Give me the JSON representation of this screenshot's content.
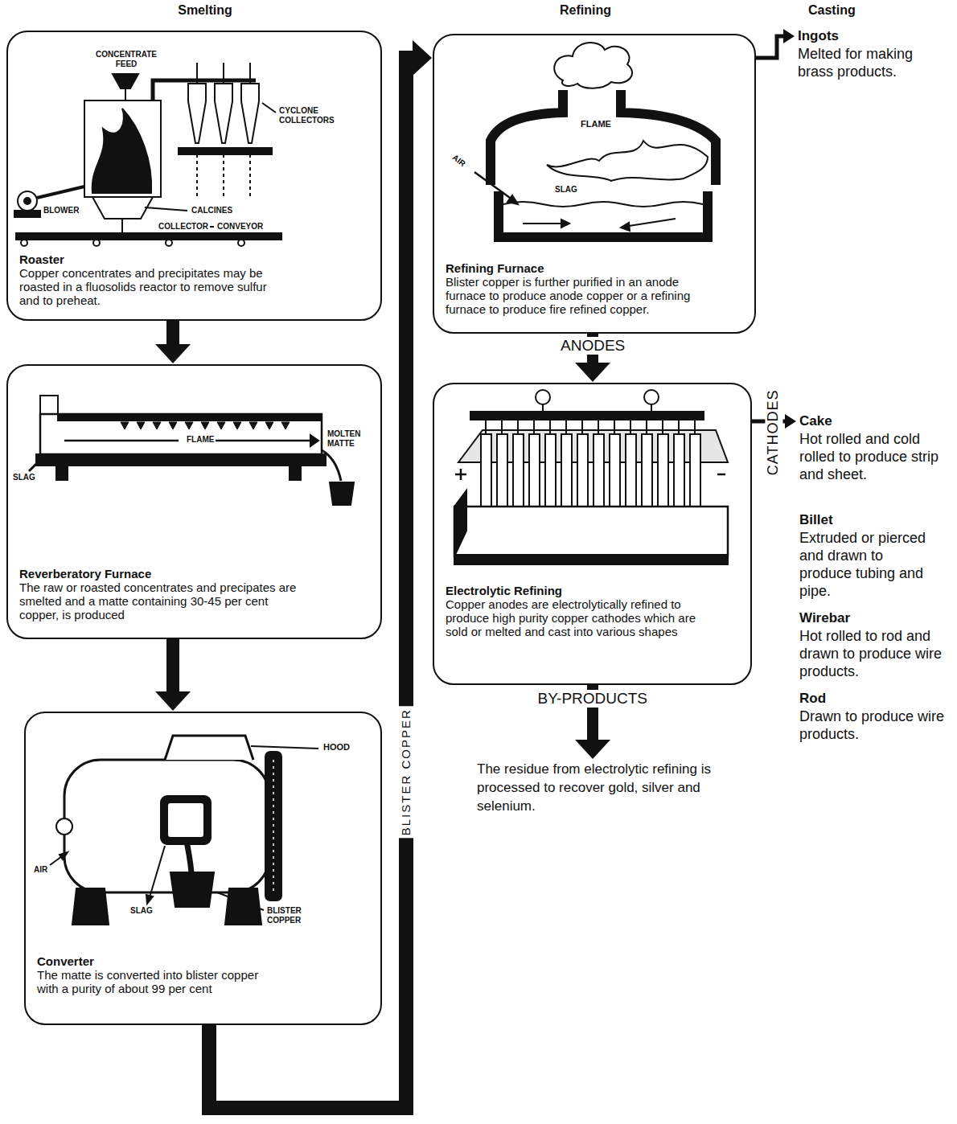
{
  "diagram": {
    "nodes": [
      {
        "text": [
          "Roaster",
          "Copper concentrates and precipitates may be roasted in a fluosolids reactor to remove sulfur and to preheat."
        ]
      },
      {
        "text": [
          "Reverberatory Furnace",
          "The raw or roasted concentrates and precipates are smelted and a matte containing 30-45 per cent copper, is produced"
        ]
      },
      {
        "text": [
          "Converter",
          "The matte is converted into blister copper with a purity of about 99 per cent"
        ]
      },
      {
        "text": [
          "Refining Furnace",
          "Blister copper is further purified in an anode furnace to produce anode copper or a refining furnace to produce fire refined copper."
        ]
      },
      {
        "text": [
          "Electrolytic Refining",
          "Copper anodes are electrolytically refined to produce high purity copper cathodes which are sold or melted and cast into various shapes"
        ]
      },
      {
        "text": [
          "The residue from electrolytic refining is processed to recover gold, silver and selenium."
        ]
      },
      {
        "text": [
          "Ingots",
          "Melted for making brass products."
        ]
      },
      {
        "text": [
          "Cake",
          "Hot rolled and cold rolled to produce strip and sheet."
        ]
      },
      {
        "text": [
          "Billet",
          "Extruded or pierced and drawn to produce tubing and pipe."
        ]
      },
      {
        "text": [
          "Wirebar",
          "Hot rolled to rod and drawn to produce wire products."
        ]
      },
      {
        "text": [
          "Rod",
          "Drawn to produce wire products."
        ]
      }
    ],
    "edges": [
      {
        "from": 0,
        "to": 1,
        "arrow": "to"
      },
      {
        "from": 1,
        "to": 2,
        "arrow": "to"
      },
      {
        "from": 2,
        "to": 3,
        "label": "BLISTER COPPER",
        "arrow": "to"
      },
      {
        "from": 3,
        "to": 4,
        "label": "ANODES",
        "arrow": "to"
      },
      {
        "from": 3,
        "to": 6,
        "arrow": "to"
      },
      {
        "from": 4,
        "to": 7,
        "label": "CATHODES",
        "arrow": "to"
      },
      {
        "from": 4,
        "to": 5,
        "label": "BY-PRODUCTS",
        "arrow": "to"
      }
    ],
    "labels": [
      "Smelting",
      "Refining",
      "Casting",
      "CONCENTRATE FEED",
      "CYCLONE COLLECTORS",
      "BLOWER",
      "CALCINES",
      "COLLECTOR",
      "CONVEYOR",
      "FLAME",
      "MOLTEN MATTE",
      "SLAG",
      "HOOD",
      "AIR",
      "SLAG",
      "BLISTER COPPER",
      "FLAME",
      "AIR",
      "SLAG"
    ]
  }
}
